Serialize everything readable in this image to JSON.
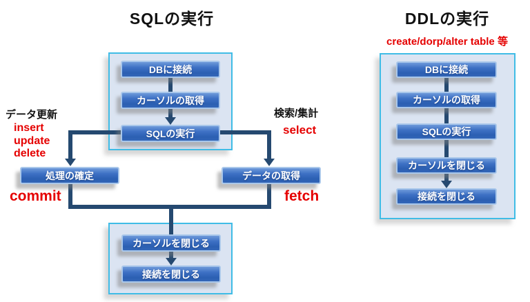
{
  "left": {
    "title": "SQLの実行",
    "side_left": {
      "heading": "データ更新",
      "items": [
        "insert",
        "update",
        "delete"
      ],
      "commit": "commit"
    },
    "side_right": {
      "heading": "検索/集計",
      "select": "select",
      "fetch": "fetch"
    },
    "steps": {
      "connect": "DBに接続",
      "cursor_get": "カーソルの取得",
      "sql_exec": "SQLの実行",
      "commit_step": "処理の確定",
      "fetch_step": "データの取得",
      "cursor_close": "カーソルを閉じる",
      "conn_close": "接続を閉じる"
    }
  },
  "right": {
    "title": "DDLの実行",
    "subtitle": "create/dorp/alter table 等",
    "steps": {
      "connect": "DBに接続",
      "cursor_get": "カーソルの取得",
      "sql_exec": "SQLの実行",
      "cursor_close": "カーソルを閉じる",
      "conn_close": "接続を閉じる"
    }
  },
  "colors": {
    "box_blue": "#2e64b8",
    "box_border": "#a9c7ea",
    "container_fill": "#dbe4f2",
    "container_border": "#3fbce6",
    "line_navy": "#254970",
    "accent_red": "#e50000",
    "title_black": "#111111"
  }
}
